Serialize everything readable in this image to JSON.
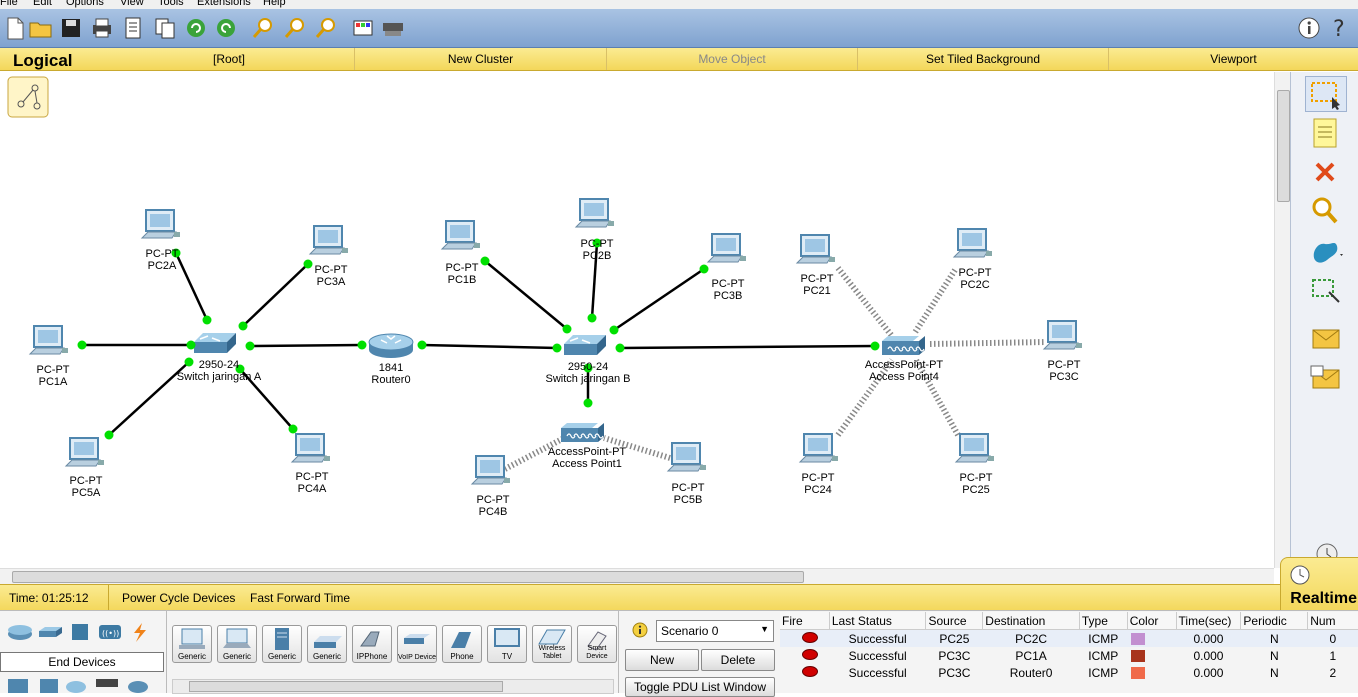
{
  "menu": [
    "File",
    "Edit",
    "Options",
    "View",
    "Tools",
    "Extensions",
    "Help"
  ],
  "workspace": {
    "logical_label": "Logical",
    "root": "[Root]",
    "new_cluster": "New Cluster",
    "move_object": "Move Object",
    "set_tiled_background": "Set Tiled Background",
    "viewport": "Viewport"
  },
  "colors": {
    "link": "#000000",
    "link_dot": "#00e000",
    "wireless": "#888888",
    "toolbar": "#7fa2cf",
    "workspace_bar": "#f3d75a"
  },
  "network": {
    "nodes": [
      {
        "id": "pc2a",
        "type": "pc",
        "line1": "PC-PT",
        "line2": "PC2A"
      },
      {
        "id": "pc3a",
        "type": "pc",
        "line1": "PC-PT",
        "line2": "PC3A"
      },
      {
        "id": "pc1a",
        "type": "pc",
        "line1": "PC-PT",
        "line2": "PC1A"
      },
      {
        "id": "pc5a",
        "type": "pc",
        "line1": "PC-PT",
        "line2": "PC5A"
      },
      {
        "id": "pc4a",
        "type": "pc",
        "line1": "PC-PT",
        "line2": "PC4A"
      },
      {
        "id": "swa",
        "type": "switch",
        "line1": "2950-24",
        "line2": "Switch jaringan A"
      },
      {
        "id": "router0",
        "type": "router",
        "line1": "1841",
        "line2": "Router0"
      },
      {
        "id": "pc1b",
        "type": "pc",
        "line1": "PC-PT",
        "line2": "PC1B"
      },
      {
        "id": "pc2b",
        "type": "pc",
        "line1": "PC-PT",
        "line2": "PC2B"
      },
      {
        "id": "pc3b",
        "type": "pc",
        "line1": "PC-PT",
        "line2": "PC3B"
      },
      {
        "id": "swb",
        "type": "switch",
        "line1": "2950-24",
        "line2": "Switch jaringan B"
      },
      {
        "id": "ap1",
        "type": "ap",
        "line1": "AccessPoint-PT",
        "line2": "Access Point1"
      },
      {
        "id": "pc4b",
        "type": "pc",
        "line1": "PC-PT",
        "line2": "PC4B"
      },
      {
        "id": "pc5b",
        "type": "pc",
        "line1": "PC-PT",
        "line2": "PC5B"
      },
      {
        "id": "ap4",
        "type": "ap",
        "line1": "AccessPoint-PT",
        "line2": "Access Point4"
      },
      {
        "id": "pc21",
        "type": "pc",
        "line1": "PC-PT",
        "line2": "PC21"
      },
      {
        "id": "pc2c",
        "type": "pc",
        "line1": "PC-PT",
        "line2": "PC2C"
      },
      {
        "id": "pc3c",
        "type": "pc",
        "line1": "PC-PT",
        "line2": "PC3C"
      },
      {
        "id": "pc24",
        "type": "pc",
        "line1": "PC-PT",
        "line2": "PC24"
      },
      {
        "id": "pc25",
        "type": "pc",
        "line1": "PC-PT",
        "line2": "PC25"
      }
    ]
  },
  "status": {
    "time": "Time: 01:25:12",
    "power_cycle": "Power Cycle Devices",
    "fast_forward": "Fast Forward Time",
    "mode": "Realtime"
  },
  "device_panel": {
    "category": "End Devices",
    "devices": [
      "Generic",
      "Generic",
      "Generic",
      "Generic",
      "IPPhone",
      "VoIP Device",
      "Phone",
      "TV",
      "Wireless Tablet",
      "Smart Device"
    ]
  },
  "scenario": {
    "selected": "Scenario 0",
    "new_label": "New",
    "delete_label": "Delete",
    "toggle_label": "Toggle PDU List Window"
  },
  "pdu_table": {
    "headers": [
      "Fire",
      "Last Status",
      "Source",
      "Destination",
      "Type",
      "Color",
      "Time(sec)",
      "Periodic",
      "Num"
    ],
    "rows": [
      {
        "status": "Successful",
        "source": "PC25",
        "dest": "PC2C",
        "type": "ICMP",
        "color": "#c28fd0",
        "time": "0.000",
        "periodic": "N",
        "num": "0"
      },
      {
        "status": "Successful",
        "source": "PC3C",
        "dest": "PC1A",
        "type": "ICMP",
        "color": "#a8341c",
        "time": "0.000",
        "periodic": "N",
        "num": "1"
      },
      {
        "status": "Successful",
        "source": "PC3C",
        "dest": "Router0",
        "type": "ICMP",
        "color": "#f06a4a",
        "time": "0.000",
        "periodic": "N",
        "num": "2"
      }
    ]
  }
}
